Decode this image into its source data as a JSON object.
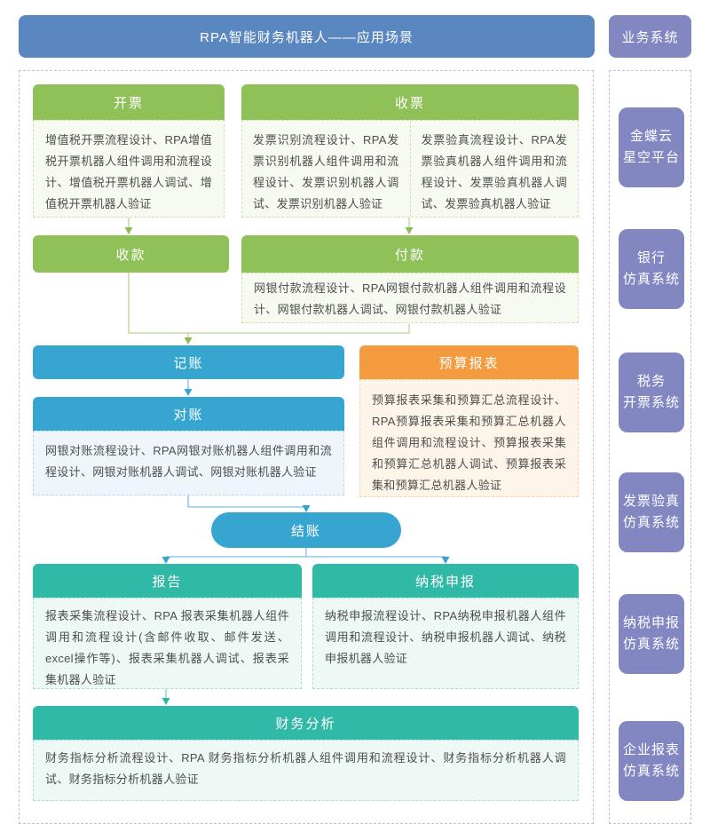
{
  "header": {
    "title": "RPA智能财务机器人——应用场景"
  },
  "sidebar": {
    "title": "业务系统",
    "systems": [
      {
        "line1": "金蝶云",
        "line2": "星空平台"
      },
      {
        "line1": "银行",
        "line2": "仿真系统"
      },
      {
        "line1": "税务",
        "line2": "开票系统"
      },
      {
        "line1": "发票验真",
        "line2": "仿真系统"
      },
      {
        "line1": "纳税申报",
        "line2": "仿真系统"
      },
      {
        "line1": "企业报表",
        "line2": "仿真系统"
      }
    ]
  },
  "flow": {
    "invoicing": {
      "title": "开票",
      "body": "增值税开票流程设计、RPA增值税开票机器人组件调用和流程设计、增值税开票机器人调试、增值税开票机器人验证"
    },
    "receiving": {
      "title": "收票",
      "body_left": "发票识别流程设计、RPA发票识别机器人组件调用和流程设计、发票识别机器人调试、发票识别机器人验证",
      "body_right": "发票验真流程设计、RPA发票验真机器人组件调用和流程设计、发票验真机器人调试、发票验真机器人验证"
    },
    "collection": {
      "title": "收款"
    },
    "payment": {
      "title": "付款",
      "body": "网银付款流程设计、RPA网银付款机器人组件调用和流程设计、网银付款机器人调试、网银付款机器人验证"
    },
    "bookkeeping": {
      "title": "记账"
    },
    "budget": {
      "title": "预算报表",
      "body": "预算报表采集和预算汇总流程设计、RPA预算报表采集和预算汇总机器人组件调用和流程设计、预算报表采集和预算汇总机器人调试、预算报表采集和预算汇总机器人验证"
    },
    "reconciliation": {
      "title": "对账",
      "body": "网银对账流程设计、RPA网银对账机器人组件调用和流程设计、网银对账机器人调试、网银对账机器人验证"
    },
    "closing": {
      "title": "结账"
    },
    "reporting": {
      "title": "报告",
      "body": "报表采集流程设计、RPA 报表采集机器人组件调用和流程设计(含邮件收取、邮件发送、excel操作等)、报表采集机器人调试、报表采集机器人验证"
    },
    "tax_filing": {
      "title": "纳税申报",
      "body": "纳税申报流程设计、RPA纳税申报机器人组件调用和流程设计、纳税申报机器人调试、纳税申报机器人验证"
    },
    "analysis": {
      "title": "财务分析",
      "body": "财务指标分析流程设计、RPA 财务指标分析机器人组件调用和流程设计、财务指标分析机器人调试、财务指标分析机器人验证"
    }
  },
  "colors": {
    "header_blue": "#5a87bf",
    "system_purple": "#8286c1",
    "step_green": "#90c159",
    "step_blue": "#36a6d1",
    "step_orange": "#f49b40",
    "step_teal": "#2fb9a6"
  }
}
